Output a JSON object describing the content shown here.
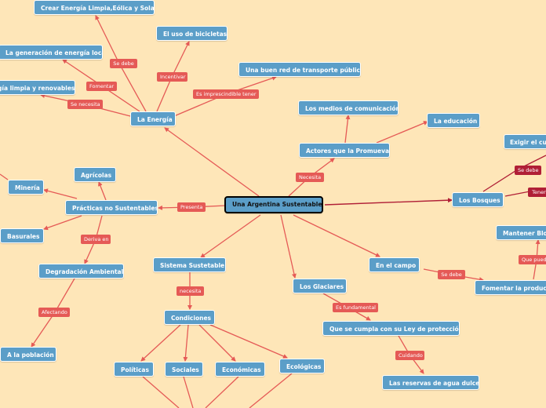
{
  "colors": {
    "background": "#fee6b8",
    "node": "#5b9ec8",
    "connector": "#e55a56",
    "connector_dark": "#b01f36"
  },
  "root": "Una Argentina Sustentable",
  "nodes": {
    "energia": "La Energía",
    "crear_energia": "Crear Energía Limpia,Eólica y Solar",
    "bicicletas": "El uso de bicicletas",
    "generacion": "La generación de energía local",
    "renovables": "gía limpia y renovables",
    "transporte": "Una buen red de transporte público",
    "medios": "Los medios de comunicación",
    "educacion": "La educación",
    "actores": "Actores que la Promueva",
    "exigir": "Exigir el cu",
    "bosques": "Los Bosques",
    "mineria": "Minería",
    "agricolas": "Agrícolas",
    "practicas": "Prácticas no Sustentables",
    "basurales": "Basurales",
    "degradacion": "Degradación Ambiental",
    "poblacion": "A la población",
    "sistema": "Sistema Sustetable",
    "condiciones": "Condiciones",
    "politicas": "Políticas",
    "sociales": "Sociales",
    "economicas": "Económicas",
    "ecologicas": "Ecológicas",
    "glaciares": "Los Glaciares",
    "ley": "Que se cumpla con su Ley de protección",
    "agua": "Las reservas de agua dulce",
    "campo": "En el campo",
    "mantener": "Mantener Bloc",
    "fomentar_prod": "Fomentar la producci"
  },
  "labels": {
    "se_debe_1": "Se debe",
    "incentivar": "Incentivar",
    "fomentar": "Fomentar",
    "se_necesita": "Se necesita",
    "imprescindible": "Es imprescindible tener",
    "necesita": "Necesita",
    "se_debe_2": "Se debe",
    "tener": "Tener",
    "presenta": "Presenta",
    "deriva": "Deriva en",
    "afectando": "Afectando",
    "necesita_2": "necesita",
    "fundamental": "Es fundamental",
    "cuidando": "Cuidando",
    "se_debe_3": "Se debe",
    "que_pued": "Que pued"
  }
}
